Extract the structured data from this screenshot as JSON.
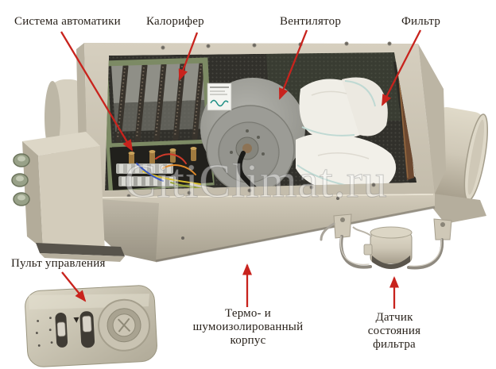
{
  "callouts": {
    "automation": "Система автоматики",
    "heater": "Калорифер",
    "fan": "Вентилятор",
    "filter": "Фильтр",
    "control_panel": "Пульт управления",
    "housing": {
      "line1": "Термо- и",
      "line2": "шумоизолированный",
      "line3": "корпус"
    },
    "filter_sensor": {
      "line1": "Датчик",
      "line2": "состояния",
      "line3": "фильтра"
    }
  },
  "watermark": "CitiClimat.ru",
  "colors": {
    "arrow": "#c8231d",
    "label_text": "#261f18",
    "background": "#ffffff"
  }
}
